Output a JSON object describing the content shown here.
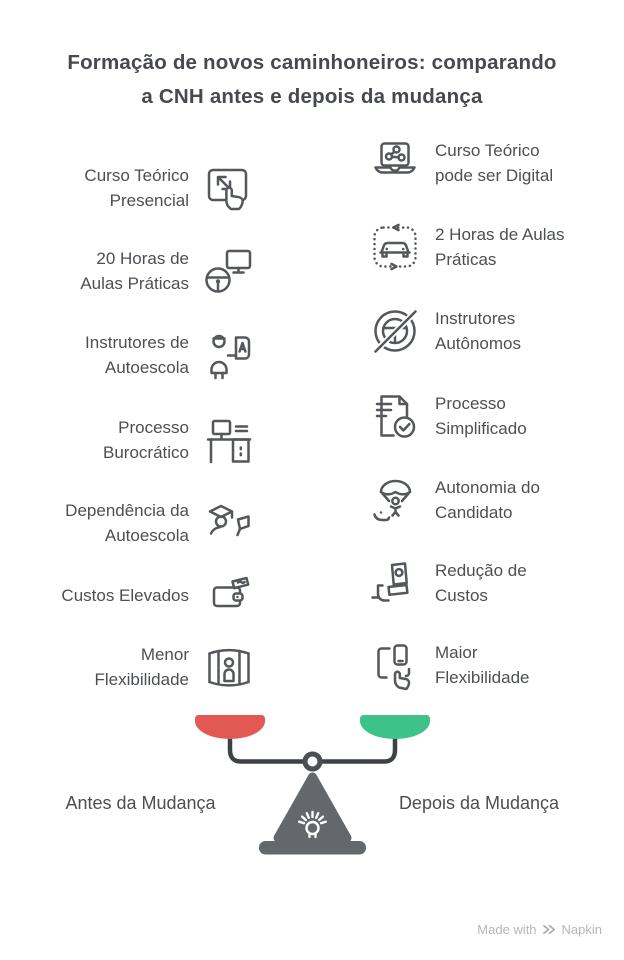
{
  "title": "Formação de novos caminhoneiros: comparando\na CNH antes e depois da mudança",
  "left_column": {
    "label": "Antes da Mudança",
    "pan_color": "#e25954",
    "items": [
      {
        "text": "Curso Teórico\nPresencial",
        "icon": "touchscreen-expand"
      },
      {
        "text": "20 Horas de\nAulas Práticas",
        "icon": "steering-wheel-monitor"
      },
      {
        "text": "Instrutores de\nAutoescola",
        "icon": "instructor-board"
      },
      {
        "text": "Processo\nBurocrático",
        "icon": "desk-computer"
      },
      {
        "text": "Dependência da\nAutoescola",
        "icon": "graduate-flag"
      },
      {
        "text": "Custos Elevados",
        "icon": "wallet-money"
      },
      {
        "text": "Menor\nFlexibilidade",
        "icon": "person-cage"
      }
    ]
  },
  "right_column": {
    "label": "Depois da Mudança",
    "pan_color": "#3dc288",
    "items": [
      {
        "text": "Curso Teórico\npode ser Digital",
        "icon": "laptop-network"
      },
      {
        "text": "2 Horas de Aulas\nPráticas",
        "icon": "car-dotted-route"
      },
      {
        "text": "Instrutores\nAutônomos",
        "icon": "steering-wheel-crossed"
      },
      {
        "text": "Processo\nSimplificado",
        "icon": "document-check"
      },
      {
        "text": "Autonomia do\nCandidato",
        "icon": "parachute-person"
      },
      {
        "text": "Redução de\nCustos",
        "icon": "money-hand"
      },
      {
        "text": "Maior\nFlexibilidade",
        "icon": "devices-hand"
      }
    ]
  },
  "footer": {
    "made_with": "Made with",
    "brand": "Napkin"
  },
  "colors": {
    "title_text": "#46494e",
    "item_text": "#4c4f54",
    "icon_stroke": "#54575b",
    "beam": "#3e4145",
    "pedestal": "#64676b",
    "red_pan": "#e25954",
    "green_pan": "#3dc288",
    "watermark": "#b4b7ba"
  }
}
